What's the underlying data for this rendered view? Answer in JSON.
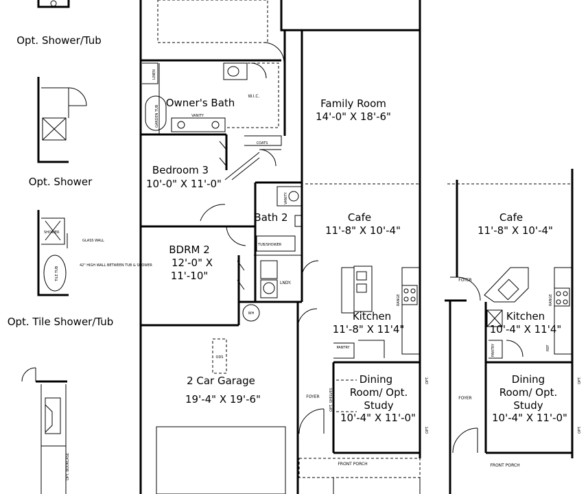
{
  "options": {
    "shower_tub": "Opt. Shower/Tub",
    "shower": "Opt. Shower",
    "tile_shower_tub": "Opt. Tile Shower/Tub"
  },
  "rooms": {
    "owners_bath": "Owner's Bath",
    "wic": "W.I.C.",
    "family_room": "Family Room",
    "family_room_dim": "14'-0\" X 18'-6\"",
    "bedroom3": "Bedroom 3",
    "bedroom3_dim": "10'-0\" X 11'-0\"",
    "bath2": "Bath 2",
    "cafe": "Cafe",
    "cafe_dim": "11'-8\" X 10'-4\"",
    "bdrm2": "BDRM 2",
    "bdrm2_dim1": "12'-0\" X",
    "bdrm2_dim2": "11'-10\"",
    "kitchen": "Kitchen",
    "kitchen_dim": "11'-8\" X 11'4\"",
    "garage": "2 Car Garage",
    "garage_dim": "19'-4\" X 19'-6\"",
    "dining1": "Dining",
    "dining2": "Room/ Opt.",
    "dining3": "Study",
    "dining_dim": "10'-4\" X 11'-0\"",
    "foyer": "FOYER",
    "front_porch": "FRONT PORCH"
  },
  "alt": {
    "cafe": "Cafe",
    "cafe_dim": "11'-8\" X 10'-4\"",
    "kitchen": "Kitchen",
    "kitchen_dim": "10'-4\" X 11'4\"",
    "dining1": "Dining",
    "dining2": "Room/ Opt.",
    "dining3": "Study",
    "dining_dim": "10'-4\" X 11'-0\"",
    "foyer": "FOYER",
    "front_porch": "FRONT PORCH"
  },
  "small": {
    "linen": "LINEN",
    "garden_tub": "GARDEN TUB",
    "vanity": "VANITY",
    "coats": "COATS",
    "tub_shower": "TUB/SHOWER",
    "lndy": "LNDY.",
    "wh": "WH",
    "pantry": "PANTRY",
    "range": "RANGE",
    "refrigerator": "REF",
    "ods": "ODS",
    "shower": "SHOWER",
    "glass_wall": "GLASS WALL",
    "knee_wall": "42\" HIGH WALL BETWEEN TUB & SHOWER",
    "tile_tub": "TILE TUB",
    "opt_bookcase": "OPT. BOOKCASE",
    "opt": "OPT.",
    "opt_shelves": "OPT. SHELVES"
  }
}
